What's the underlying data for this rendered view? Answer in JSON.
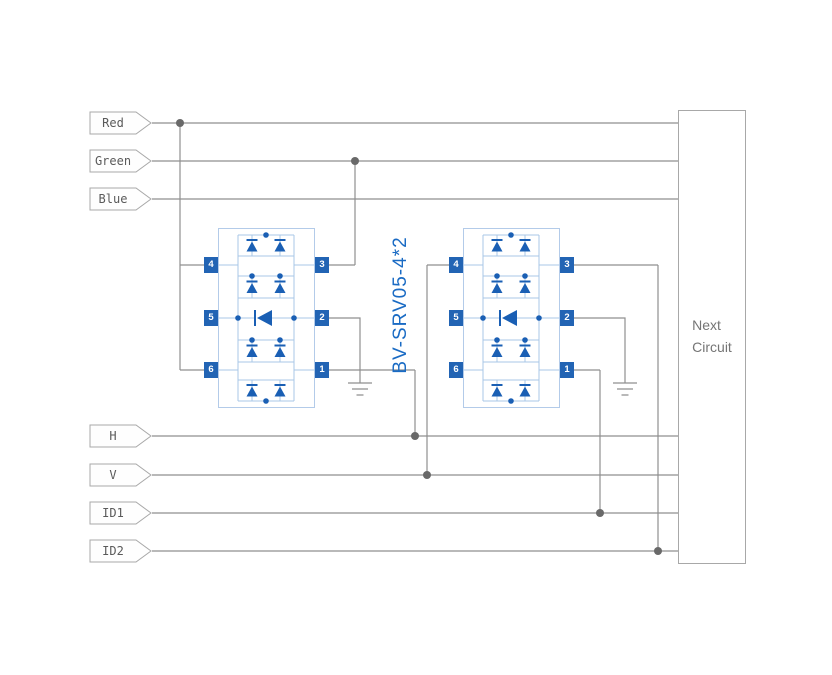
{
  "diagram": {
    "signals": {
      "red": "Red",
      "green": "Green",
      "blue": "Blue",
      "h": "H",
      "v": "V",
      "id1": "ID1",
      "id2": "ID2"
    },
    "part_label": "BV-SRV05-4*2",
    "ic_pins": {
      "left": [
        "4",
        "5",
        "6"
      ],
      "right": [
        "3",
        "2",
        "1"
      ]
    },
    "next_circuit_label": "Next\nCircuit",
    "colors": {
      "pin_blue": "#2264b4",
      "diode_blue": "#1a5fb4",
      "part_label_blue": "#1a6bc4",
      "wire_gray": "#8f8f8f"
    }
  }
}
